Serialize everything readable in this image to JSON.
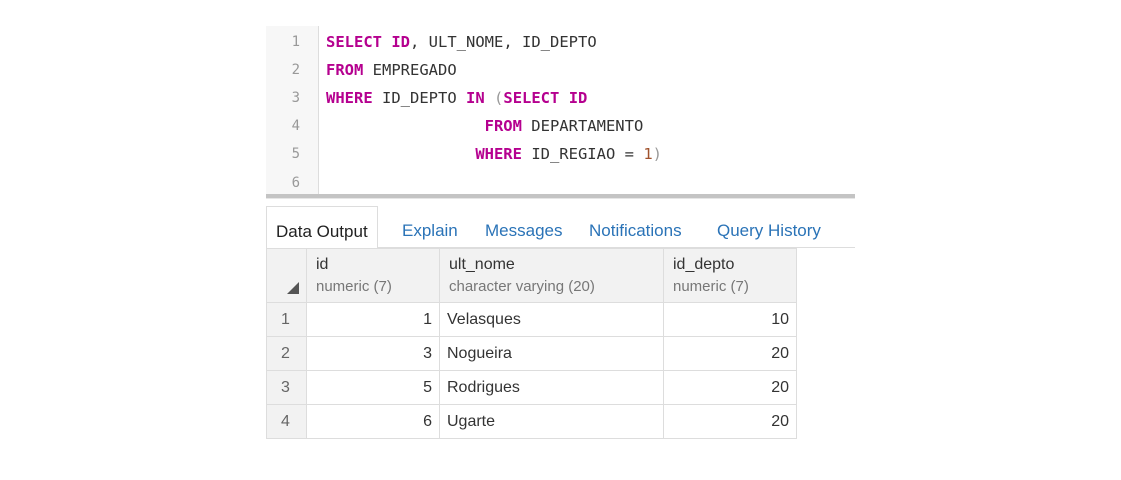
{
  "editor": {
    "lines": [
      {
        "number": "1",
        "tokens": [
          {
            "text": "SELECT",
            "cls": "kw"
          },
          {
            "text": " ",
            "cls": ""
          },
          {
            "text": "ID",
            "cls": "kw"
          },
          {
            "text": ", ULT_NOME, ID_DEPTO",
            "cls": ""
          }
        ]
      },
      {
        "number": "2",
        "tokens": [
          {
            "text": "FROM",
            "cls": "kw"
          },
          {
            "text": " EMPREGADO",
            "cls": ""
          }
        ]
      },
      {
        "number": "3",
        "tokens": [
          {
            "text": "WHERE",
            "cls": "kw"
          },
          {
            "text": " ID_DEPTO ",
            "cls": ""
          },
          {
            "text": "IN",
            "cls": "kw"
          },
          {
            "text": " ",
            "cls": ""
          },
          {
            "text": "(",
            "cls": "paren"
          },
          {
            "text": "SELECT",
            "cls": "kw"
          },
          {
            "text": " ",
            "cls": ""
          },
          {
            "text": "ID",
            "cls": "kw"
          }
        ]
      },
      {
        "number": "4",
        "tokens": [
          {
            "text": "                 ",
            "cls": ""
          },
          {
            "text": "FROM",
            "cls": "kw"
          },
          {
            "text": " DEPARTAMENTO",
            "cls": ""
          }
        ]
      },
      {
        "number": "5",
        "tokens": [
          {
            "text": "                ",
            "cls": ""
          },
          {
            "text": "WHERE",
            "cls": "kw"
          },
          {
            "text": " ID_REGIAO = ",
            "cls": ""
          },
          {
            "text": "1",
            "cls": "num"
          },
          {
            "text": ")",
            "cls": "paren"
          }
        ]
      },
      {
        "number": "6",
        "tokens": []
      }
    ]
  },
  "tabs": [
    {
      "label": "Data Output",
      "active": true
    },
    {
      "label": "Explain",
      "active": false
    },
    {
      "label": "Messages",
      "active": false
    },
    {
      "label": "Notifications",
      "active": false
    },
    {
      "label": "Query History",
      "active": false
    }
  ],
  "grid": {
    "columns": [
      {
        "name": "id",
        "type": "numeric (7)",
        "align": "right"
      },
      {
        "name": "ult_nome",
        "type": "character varying (20)",
        "align": "left"
      },
      {
        "name": "id_depto",
        "type": "numeric (7)",
        "align": "right"
      }
    ],
    "rows": [
      {
        "rownum": "1",
        "cells": [
          "1",
          "Velasques",
          "10"
        ]
      },
      {
        "rownum": "2",
        "cells": [
          "3",
          "Nogueira",
          "20"
        ]
      },
      {
        "rownum": "3",
        "cells": [
          "5",
          "Rodrigues",
          "20"
        ]
      },
      {
        "rownum": "4",
        "cells": [
          "6",
          "Ugarte",
          "20"
        ]
      }
    ]
  }
}
